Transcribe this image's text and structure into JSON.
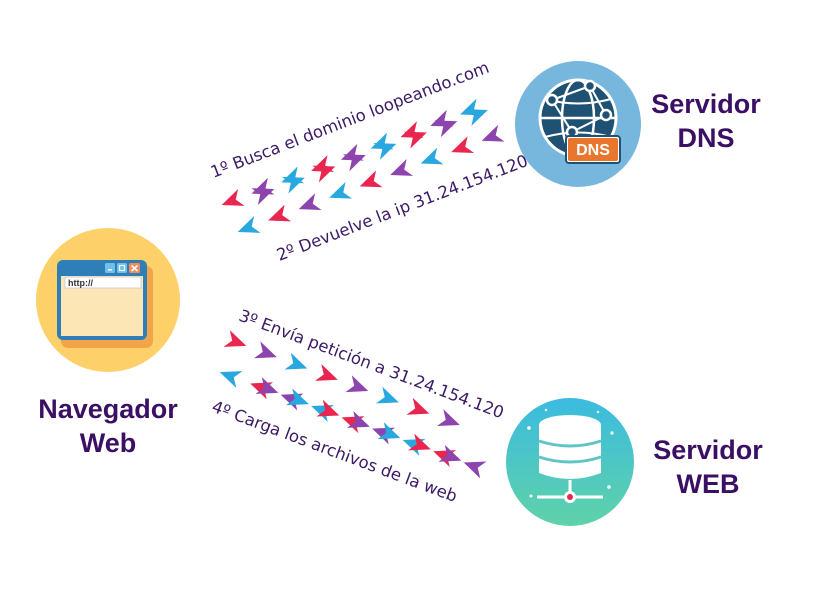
{
  "nodes": {
    "browser": {
      "line1": "Navegador",
      "line2": "Web",
      "address": "http://"
    },
    "dns": {
      "line1": "Servidor",
      "line2": "DNS",
      "badge": "DNS"
    },
    "web": {
      "line1": "Servidor",
      "line2": "WEB"
    }
  },
  "steps": [
    {
      "text": "1º Busca el dominio loopeando.com"
    },
    {
      "text": "2º Devuelve la ip 31.24.154.120"
    },
    {
      "text": "3º Envía petición a 31.24.154.120"
    },
    {
      "text": "4º Carga los archivos de la web"
    }
  ],
  "colors": {
    "arrow_red": "#e8264f",
    "arrow_purple": "#8e44ad",
    "arrow_blue": "#29a8e0",
    "label": "#3b0f63",
    "dns_circle": "#78b7dd",
    "web_circle": "#4cc6c0",
    "browser_circle": "#fdd069"
  }
}
